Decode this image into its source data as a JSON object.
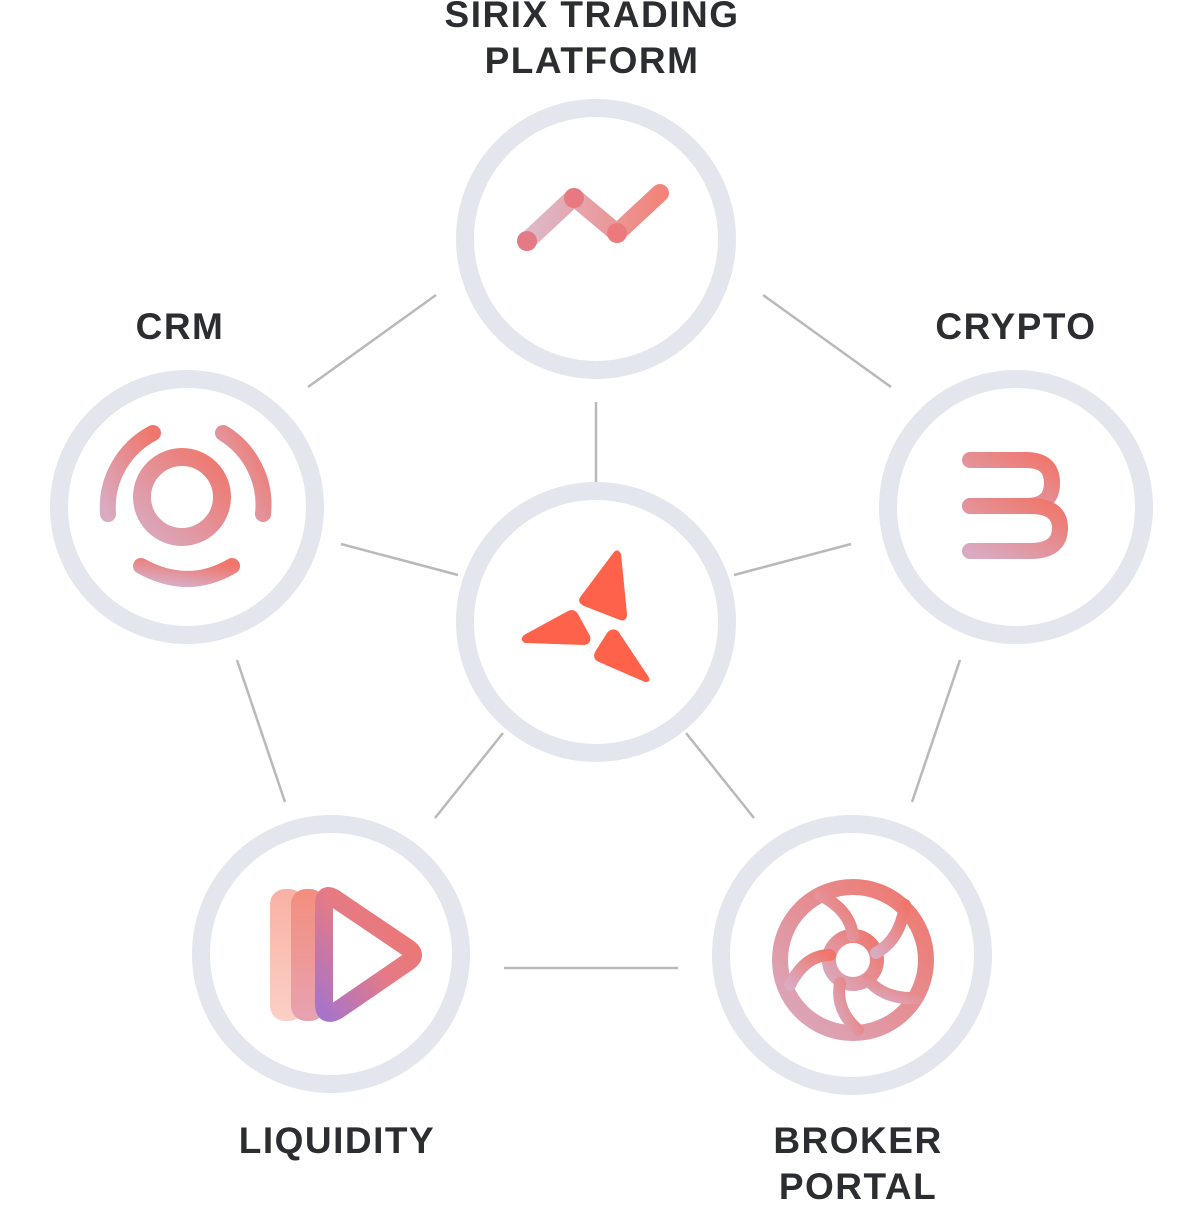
{
  "nodes": {
    "trading_platform": {
      "label_line1": "SIRIX TRADING",
      "label_line2": "PLATFORM",
      "icon": "line-chart-icon"
    },
    "crm": {
      "label": "CRM",
      "icon": "crm-rings-icon"
    },
    "crypto": {
      "label": "CRYPTO",
      "icon": "bitcoin-icon"
    },
    "liquidity": {
      "label": "LIQUIDITY",
      "icon": "play-layers-icon"
    },
    "broker_portal": {
      "label_line1": "BROKER",
      "label_line2": "PORTAL",
      "icon": "aperture-icon"
    },
    "center": {
      "icon": "sirix-logo-icon"
    }
  },
  "colors": {
    "ring": "#e3e6ec",
    "connector": "#b9b9b9",
    "accent": "#ff624a",
    "gradient_start": "#d9aac0",
    "gradient_end": "#f0766b",
    "text": "#2b2d30"
  }
}
